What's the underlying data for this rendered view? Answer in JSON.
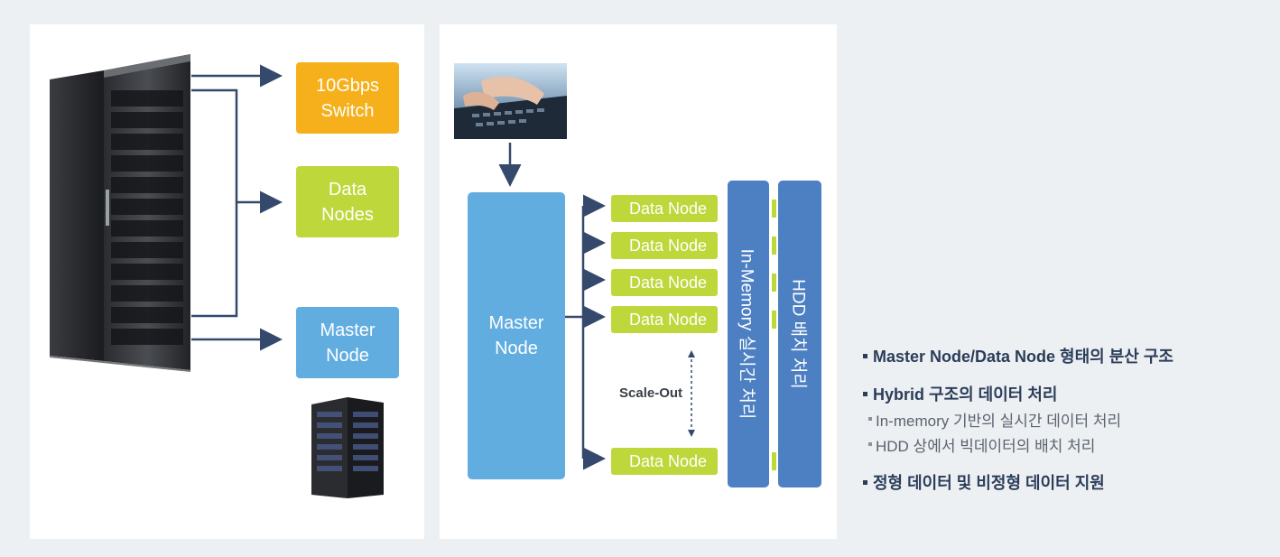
{
  "left_panel": {
    "switch_label": "10Gbps\nSwitch",
    "data_nodes_label": "Data\nNodes",
    "master_node_label": "Master\nNode"
  },
  "middle_panel": {
    "master_node_label": "Master\nNode",
    "data_nodes": [
      "Data Node",
      "Data Node",
      "Data Node",
      "Data Node",
      "Data Node"
    ],
    "scale_out_label": "Scale-Out",
    "in_memory_label": "In-Memory 실시간 처리",
    "hdd_label": "HDD 배치 처리"
  },
  "features": {
    "item1": "Master Node/Data Node 형태의 분산 구조",
    "item2": "Hybrid 구조의 데이터 처리",
    "item2_sub1": "In-memory 기반의 실시간 데이터 처리",
    "item2_sub2": "HDD 상에서 빅데이터의 배치 처리",
    "item3": "정형 데이터 및 비정형 데이터 지원"
  },
  "colors": {
    "orange": "#f6b01b",
    "green": "#bed73b",
    "light_blue": "#62ade0",
    "dark_blue": "#4d7fc3",
    "arrow": "#34496b"
  }
}
